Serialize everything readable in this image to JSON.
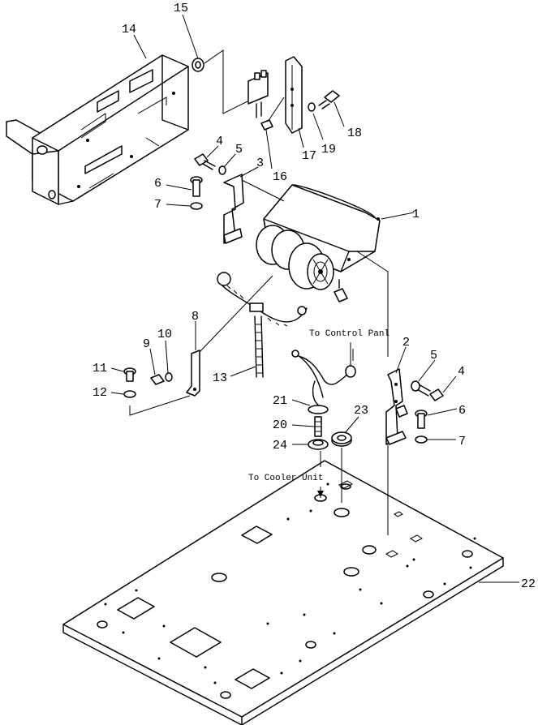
{
  "callouts": {
    "n1": "1",
    "n2": "2",
    "n3": "3",
    "n4a": "4",
    "n4b": "4",
    "n5a": "5",
    "n5b": "5",
    "n6a": "6",
    "n6b": "6",
    "n7a": "7",
    "n7b": "7",
    "n8": "8",
    "n9": "9",
    "n10": "10",
    "n11": "11",
    "n12": "12",
    "n13": "13",
    "n14": "14",
    "n15": "15",
    "n16": "16",
    "n17": "17",
    "n18": "18",
    "n19": "19",
    "n20": "20",
    "n21": "21",
    "n22": "22",
    "n23": "23",
    "n24": "24"
  },
  "notes": {
    "to_control_panel": "To Control Panl",
    "to_cooler_unit": "To Cooler Unit"
  }
}
